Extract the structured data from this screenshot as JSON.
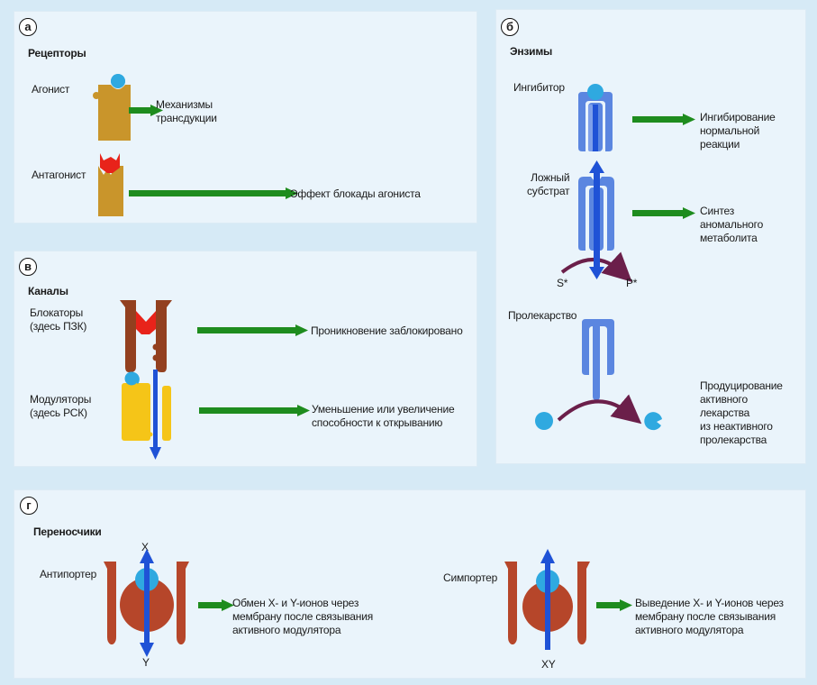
{
  "colors": {
    "background": "#d6eaf6",
    "panel": "#eaf4fb",
    "arrow_green": "#1e8c1e",
    "receptor_gold": "#c9952b",
    "agonist_cyan": "#2fa9e0",
    "antagonist_red": "#e8231a",
    "enzyme_blue": "#5b86e0",
    "arrow_blue": "#1f52d6",
    "channel_brown": "#93401f",
    "modulator_yellow": "#f5c518",
    "curve_purple": "#6b1f4a",
    "carrier_brown": "#b6462a"
  },
  "panels": {
    "a": {
      "badge": "а",
      "title": "Рецепторы",
      "rows": [
        {
          "label": "Агонист",
          "result": "Механизмы\nтрансдукции"
        },
        {
          "label": "Антагонист",
          "result": "Эффект блокады агониста"
        }
      ]
    },
    "b": {
      "badge": "б",
      "title": "Энзимы",
      "rows": [
        {
          "label": "Ингибитор",
          "result": "Ингибирование\nнормальной\nреакции"
        },
        {
          "label": "Ложный\nсубстрат",
          "result": "Синтез\nаномального\nметаболита",
          "substrate": "S*",
          "product": "P*"
        },
        {
          "label": "Пролекарство",
          "result": "Продуцирование\nактивного\nлекарства\nиз неактивного\nпролекарства"
        }
      ]
    },
    "c": {
      "badge": "в",
      "title": "Каналы",
      "rows": [
        {
          "label": "Блокаторы\n(здесь ПЗК)",
          "result": "Проникновение заблокировано"
        },
        {
          "label": "Модуляторы\n(здесь РСК)",
          "result": "Уменьшение или увеличение\nспособности к открыванию"
        }
      ]
    },
    "d": {
      "badge": "г",
      "title": "Переносчики",
      "rows": [
        {
          "label": "Антипортер",
          "top_ion": "X",
          "bottom_ion": "Y",
          "result": "Обмен X- и Y-ионов через\nмембрану после связывания\nактивного модулятора"
        },
        {
          "label": "Симпортер",
          "bottom_ion": "XY",
          "result": "Выведение X- и Y-ионов через\nмембрану после связывания\nактивного модулятора"
        }
      ]
    }
  }
}
